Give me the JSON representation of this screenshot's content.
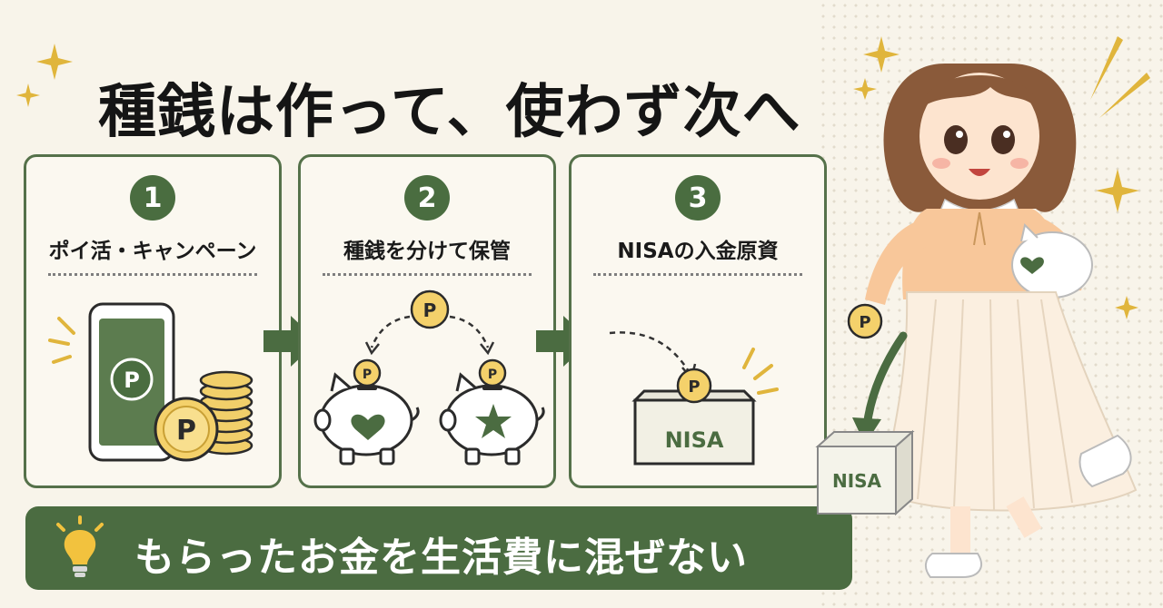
{
  "title": "種銭は作って、使わず次へ",
  "steps": [
    {
      "number": "1",
      "title": "ポイ活・キャンペーン",
      "coin_mark": "P"
    },
    {
      "number": "2",
      "title": "種銭を分けて保管",
      "coin_mark": "P"
    },
    {
      "number": "3",
      "title": "NISAの入金原資",
      "coin_mark": "P",
      "box_label": "NISA"
    }
  ],
  "banner": {
    "text": "もらったお金を生活費に混ぜない"
  },
  "character": {
    "box_label": "NISA",
    "coin_mark": "P"
  },
  "colors": {
    "accent_green": "#4b6c41",
    "coin_gold": "#e8be4a",
    "background": "#f8f4ea"
  }
}
